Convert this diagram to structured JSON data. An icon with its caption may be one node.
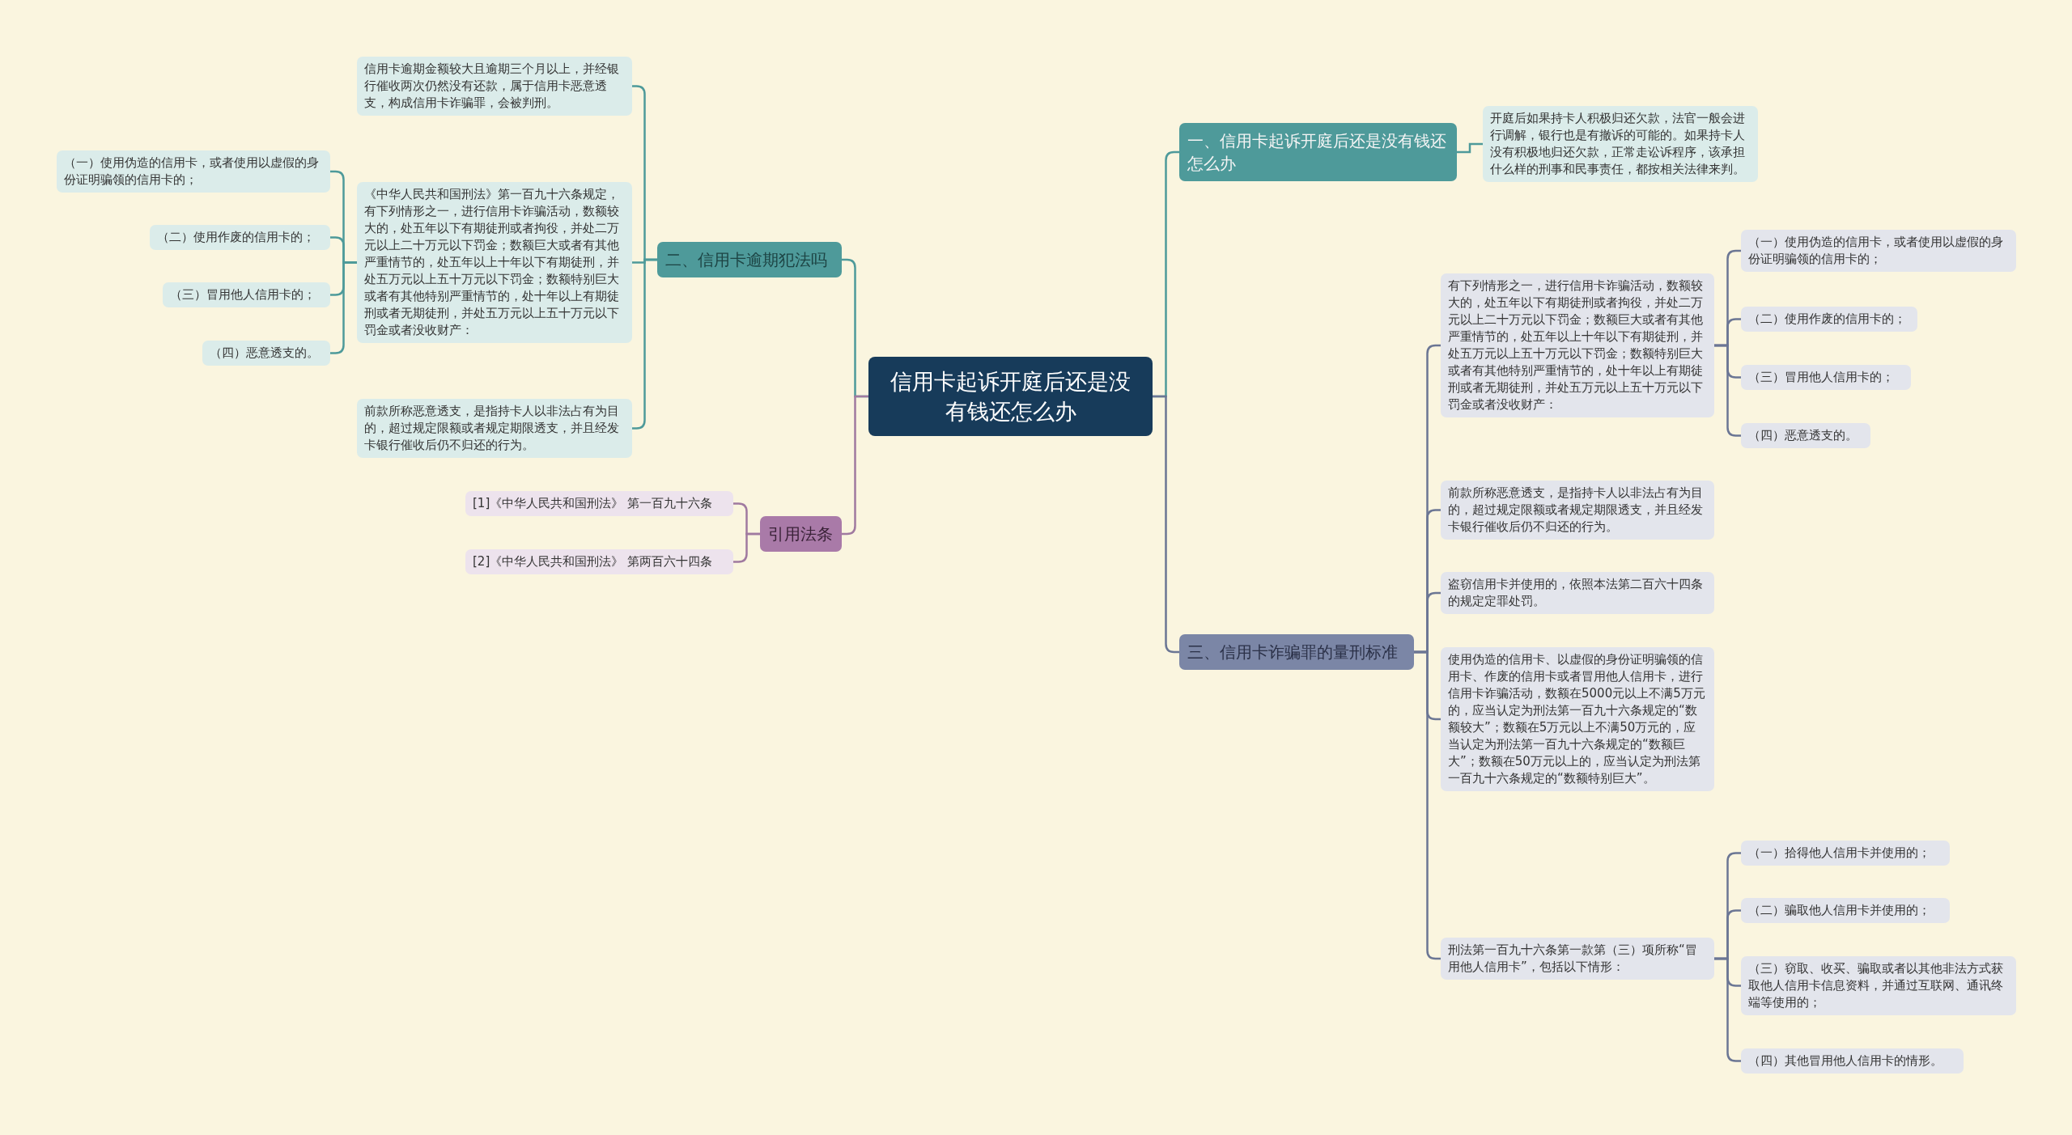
{
  "diagram": {
    "nodes": [
      {
        "text": [
          "信用卡起诉开庭后还是没有钱还怎么办"
        ]
      },
      {
        "text": [
          "一、信用卡起诉开庭后还是没有钱还怎么办"
        ]
      },
      {
        "text": [
          "开庭后如果持卡人积极归还欠款，法官一般会进行调解，银行也是有撤诉的可能的。如果持卡人没有积极地归还欠款，正常走讼诉程序，该承担什么样的刑事和民事责任，都按相关法律来判。"
        ]
      },
      {
        "text": [
          "三、信用卡诈骗罪的量刑标准"
        ]
      },
      {
        "text": [
          "有下列情形之一，进行信用卡诈骗活动，数额较大的，处五年以下有期徒刑或者拘役，并处二万元以上二十万元以下罚金；数额巨大或者有其他严重情节的，处五年以上十年以下有期徒刑，并处五万元以上五十万元以下罚金；数额特别巨大或者有其他特别严重情节的，处十年以上有期徒刑或者无期徒刑，并处五万元以上五十万元以下罚金或者没收财产："
        ]
      },
      {
        "text": [
          "（一）使用伪造的信用卡，或者使用以虚假的身份证明骗领的信用卡的；"
        ]
      },
      {
        "text": [
          "（二）使用作废的信用卡的；"
        ]
      },
      {
        "text": [
          "（三）冒用他人信用卡的；"
        ]
      },
      {
        "text": [
          "（四）恶意透支的。"
        ]
      },
      {
        "text": [
          "前款所称恶意透支，是指持卡人以非法占有为目的，超过规定限额或者规定期限透支，并且经发卡银行催收后仍不归还的行为。"
        ]
      },
      {
        "text": [
          "盗窃信用卡并使用的，依照本法第二百六十四条的规定定罪处罚。"
        ]
      },
      {
        "text": [
          "使用伪造的信用卡、以虚假的身份证明骗领的信用卡、作废的信用卡或者冒用他人信用卡，进行信用卡诈骗活动，数额在5000元以上不满5万元的，应当认定为刑法第一百九十六条规定的“数额较大”；数额在5万元以上不满50万元的，应当认定为刑法第一百九十六条规定的“数额巨大”；数额在50万元以上的，应当认定为刑法第一百九十六条规定的“数额特别巨大”。"
        ]
      },
      {
        "text": [
          "刑法第一百九十六条第一款第（三）项所称“冒用他人信用卡”，包括以下情形："
        ]
      },
      {
        "text": [
          "（一）拾得他人信用卡并使用的；"
        ]
      },
      {
        "text": [
          "（二）骗取他人信用卡并使用的；"
        ]
      },
      {
        "text": [
          "（三）窃取、收买、骗取或者以其他非法方式获取他人信用卡信息资料，并通过互联网、通讯终端等使用的；"
        ]
      },
      {
        "text": [
          "（四）其他冒用他人信用卡的情形。"
        ]
      },
      {
        "text": [
          "二、信用卡逾期犯法吗"
        ]
      },
      {
        "text": [
          "信用卡逾期金额较大且逾期三个月以上，并经银行催收两次仍然没有还款，属于信用卡恶意透支，构成信用卡诈骗罪，会被判刑。"
        ]
      },
      {
        "text": [
          "《中华人民共和国刑法》第一百九十六条规定，有下列情形之一，进行信用卡诈骗活动，数额较大的，处五年以下有期徒刑或者拘役，并处二万元以上二十万元以下罚金；数额巨大或者有其他严重情节的，处五年以上十年以下有期徒刑，并处五万元以上五十万元以下罚金；数额特别巨大或者有其他特别严重情节的，处十年以上有期徒刑或者无期徒刑，并处五万元以上五十万元以下罚金或者没收财产："
        ]
      },
      {
        "text": [
          "（一）使用伪造的信用卡，或者使用以虚假的身份证明骗领的信用卡的；"
        ]
      },
      {
        "text": [
          "（二）使用作废的信用卡的；"
        ]
      },
      {
        "text": [
          "（三）冒用他人信用卡的；"
        ]
      },
      {
        "text": [
          "（四）恶意透支的。"
        ]
      },
      {
        "text": [
          "前款所称恶意透支，是指持卡人以非法占有为目的，超过规定限额或者规定期限透支，并且经发卡银行催收后仍不归还的行为。"
        ]
      },
      {
        "text": [
          "引用法条"
        ]
      },
      {
        "text": [
          "[1]《中华人民共和国刑法》 第一百九十六条"
        ]
      },
      {
        "text": [
          "[2]《中华人民共和国刑法》 第两百六十四条"
        ]
      }
    ],
    "edges": [
      {
        "from": 0,
        "to": 1,
        "arrow": "none",
        "color": "#4e9a9a"
      },
      {
        "from": 1,
        "to": 2,
        "arrow": "none",
        "color": "#4e9a9a"
      },
      {
        "from": 0,
        "to": 3,
        "arrow": "none"
      },
      {
        "from": 3,
        "to": 4,
        "arrow": "none"
      },
      {
        "from": 4,
        "to": 5,
        "arrow": "none"
      },
      {
        "from": 4,
        "to": 6,
        "arrow": "none"
      },
      {
        "from": 4,
        "to": 7,
        "arrow": "none"
      },
      {
        "from": 4,
        "to": 8,
        "arrow": "none"
      },
      {
        "from": 3,
        "to": 9,
        "arrow": "none"
      },
      {
        "from": 3,
        "to": 10,
        "arrow": "none"
      },
      {
        "from": 3,
        "to": 11,
        "arrow": "none"
      },
      {
        "from": 3,
        "to": 12,
        "arrow": "none"
      },
      {
        "from": 12,
        "to": 13,
        "arrow": "none"
      },
      {
        "from": 12,
        "to": 14,
        "arrow": "none"
      },
      {
        "from": 12,
        "to": 15,
        "arrow": "none"
      },
      {
        "from": 12,
        "to": 16,
        "arrow": "none"
      },
      {
        "from": 0,
        "to": 17,
        "arrow": "none",
        "color": "#4e9a9a"
      },
      {
        "from": 17,
        "to": 18,
        "arrow": "none",
        "color": "#4e9a9a"
      },
      {
        "from": 17,
        "to": 19,
        "arrow": "none",
        "color": "#4e9a9a"
      },
      {
        "from": 19,
        "to": 20,
        "arrow": "none",
        "color": "#4e9a9a"
      },
      {
        "from": 19,
        "to": 21,
        "arrow": "none",
        "color": "#4e9a9a"
      },
      {
        "from": 19,
        "to": 22,
        "arrow": "none",
        "color": "#4e9a9a"
      },
      {
        "from": 19,
        "to": 23,
        "arrow": "none",
        "color": "#4e9a9a"
      },
      {
        "from": 17,
        "to": 24,
        "arrow": "none",
        "color": "#4e9a9a"
      },
      {
        "from": 0,
        "to": 25,
        "arrow": "none",
        "color": "#a07aa0"
      },
      {
        "from": 25,
        "to": 26,
        "arrow": "none",
        "color": "#a07aa0"
      },
      {
        "from": 25,
        "to": 27,
        "arrow": "none",
        "color": "#a07aa0"
      }
    ]
  }
}
